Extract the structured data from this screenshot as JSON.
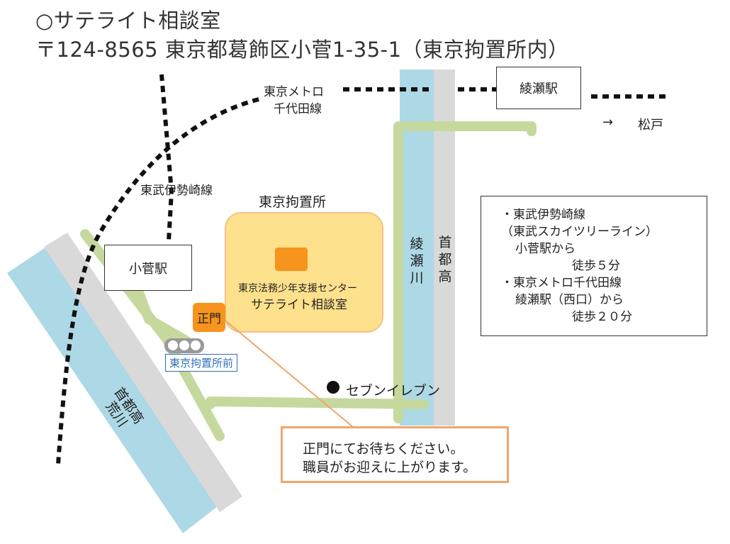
{
  "header": {
    "title": "○サテライト相談室",
    "address": "〒124-8565 東京都葛飾区小菅1-35-1（東京拘置所内）"
  },
  "map": {
    "lines": {
      "chiyoda_line1": "東京メトロ",
      "chiyoda_line2": "千代田線",
      "tobu_isesaki": "東武伊勢崎線"
    },
    "stations": {
      "kosuge": "小菅駅",
      "ayase": "綾瀬駅"
    },
    "direction": {
      "arrow": "→",
      "label": "松戸"
    },
    "rivers": {
      "ayase_river": "綾瀬川",
      "arakawa": "荒川"
    },
    "expressways": {
      "right": "首都高",
      "diagonal": "首都高"
    },
    "building": {
      "title": "東京拘置所",
      "line1": "東京法務少年支援センター",
      "line2": "サテライト相談室"
    },
    "main_gate": "正門",
    "bus_stop": "東京拘置所前",
    "convenience_store": "セブンイレブン"
  },
  "access_info": {
    "lines": [
      "・東武伊勢崎線",
      "（東武スカイツリーライン）",
      "小菅駅から",
      "徒歩５分",
      "・東京メトロ千代田線",
      "綾瀬駅（西口）から",
      "徒歩２０分"
    ]
  },
  "note": {
    "line1": "正門にてお待ちください。",
    "line2": "職員がお迎えに上がります。"
  },
  "colors": {
    "river": "#add8e6",
    "expressway": "#d9d9d9",
    "road": "#c5d99e",
    "building_fill": "#fee18c",
    "building_border": "#f4c08c",
    "gate": "#f7941d",
    "note_border": "#f0a66a",
    "railway": "#111111"
  }
}
